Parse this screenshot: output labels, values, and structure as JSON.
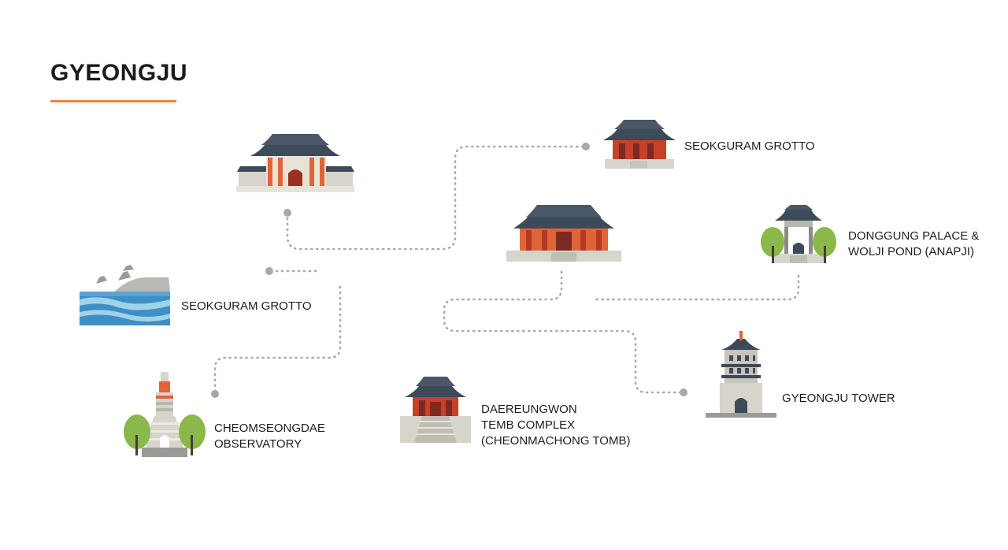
{
  "title": "GYEONGJU",
  "colors": {
    "accent": "#e8874a",
    "roof": "#3d4a5a",
    "pillar": "#e0643a",
    "stone": "#d7d4cc",
    "tree": "#8ab84a",
    "water": "#3f8fc6",
    "route": "#a8a8a8"
  },
  "landmarks": [
    {
      "id": "palace-top-left",
      "lines": []
    },
    {
      "id": "temple-top-right",
      "lines": [
        "SEOKGURAM GROTTO"
      ]
    },
    {
      "id": "temple-center",
      "lines": []
    },
    {
      "id": "pavilion-right",
      "lines": [
        "DONGGUNG PALACE &",
        "WOLJI POND (ANAPJI)"
      ]
    },
    {
      "id": "grotto-coast",
      "lines": [
        "SEOKGURAM GROTTO"
      ]
    },
    {
      "id": "observatory",
      "lines": [
        "CHEOMSEONGDAE",
        "OBSERVATORY"
      ]
    },
    {
      "id": "tomb-complex",
      "lines": [
        "DAEREUNGWON",
        "TEMB COMPLEX",
        "(CHEONMACHONG TOMB)"
      ]
    },
    {
      "id": "tower",
      "lines": [
        "GYEONGJU TOWER"
      ]
    }
  ]
}
